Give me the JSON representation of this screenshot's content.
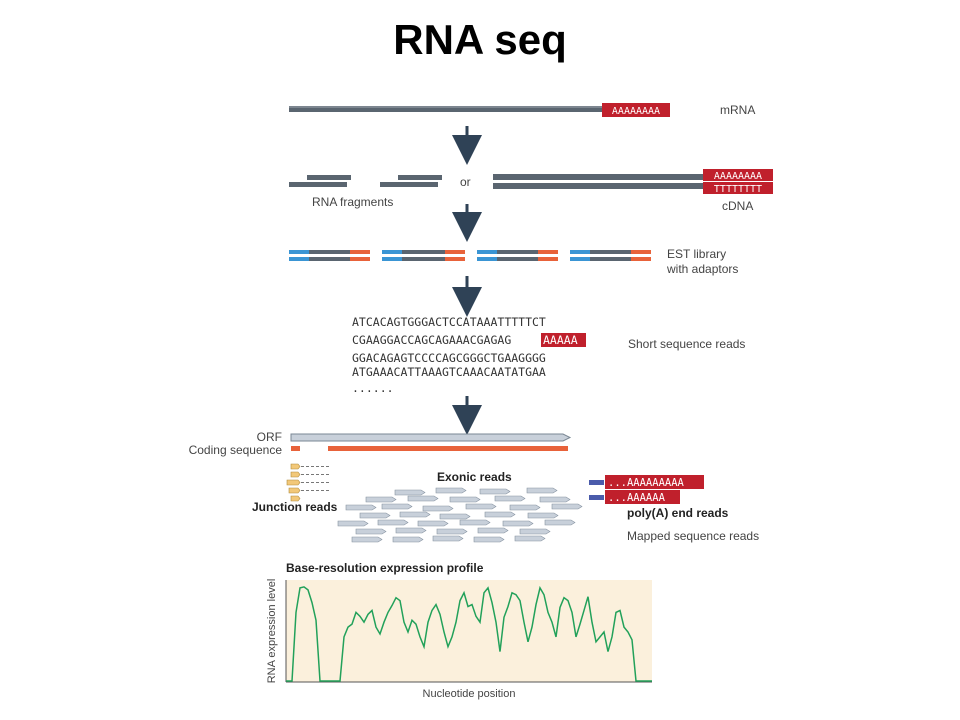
{
  "title": "RNA seq",
  "step1": {
    "polyA": "AAAAAAAA",
    "label": "mRNA"
  },
  "step2": {
    "fragments_label": "RNA fragments",
    "or_label": "or",
    "cdna_top": "AAAAAAAA",
    "cdna_bottom": "TTTTTTTT",
    "cdna_label": "cDNA"
  },
  "step3": {
    "label_line1": "EST library",
    "label_line2": "with adaptors"
  },
  "step4": {
    "reads": [
      {
        "seq": "ATCACAGTGGGACTCCATAAATTTTTCT",
        "highlight": ""
      },
      {
        "seq": "CGAAGGACCAGCAGAAACGAGAG",
        "highlight": "AAAAA"
      },
      {
        "seq": "GGACAGAGTCCCCAGCGGGCTGAAGGGG",
        "highlight": ""
      },
      {
        "seq": "ATGAAACATTAAAGTCAAACAATATGAA",
        "highlight": ""
      }
    ],
    "ellipsis": "......",
    "label": "Short sequence reads"
  },
  "step5": {
    "orf_label": "ORF",
    "coding_label": "Coding sequence",
    "exonic_label": "Exonic reads",
    "junction_label": "Junction reads",
    "polya_read1": "...AAAAAAAAA",
    "polya_read2": "...AAAAAA",
    "polya_label": "poly(A) end reads",
    "mapped_label": "Mapped sequence reads"
  },
  "profile": {
    "title": "Base-resolution expression profile",
    "ylabel": "RNA expression level",
    "xlabel": "Nucleotide position"
  },
  "colors": {
    "strand": "#5a6570",
    "polyA": "#c0202c",
    "adaptor_blue": "#3a95d4",
    "adaptor_orange": "#e8623a",
    "arrow": "#2f4256",
    "read_fill": "#c8d0da",
    "profile_line": "#22a15a"
  },
  "chart_data": {
    "type": "line",
    "title": "Base-resolution expression profile",
    "xlabel": "Nucleotide position",
    "ylabel": "RNA expression level",
    "x": [
      0,
      6,
      10,
      14,
      18,
      22,
      26,
      30,
      34,
      36,
      40,
      44,
      48,
      52,
      54,
      58,
      62,
      66,
      70,
      74,
      78,
      82,
      86,
      90,
      94,
      98,
      102,
      106,
      110,
      114,
      118,
      122,
      126,
      130,
      134,
      138,
      142,
      146,
      150,
      154,
      158,
      162,
      166,
      170,
      174,
      178,
      182,
      186,
      190,
      194,
      198,
      202,
      206,
      210,
      214,
      218,
      222,
      226,
      230,
      234,
      238,
      242,
      246,
      250,
      254,
      258,
      262,
      266,
      270,
      274,
      278,
      282,
      286,
      290,
      294,
      298,
      302,
      306,
      310,
      314,
      318,
      322,
      326,
      330,
      334,
      338,
      342,
      346,
      350,
      354,
      358,
      362,
      366
    ],
    "values": [
      0,
      0,
      70,
      95,
      96,
      93,
      80,
      62,
      0,
      0,
      0,
      0,
      0,
      0,
      0,
      45,
      55,
      58,
      70,
      66,
      60,
      68,
      72,
      55,
      48,
      60,
      70,
      77,
      85,
      82,
      60,
      50,
      62,
      58,
      45,
      35,
      60,
      72,
      78,
      68,
      50,
      35,
      45,
      60,
      82,
      90,
      76,
      78,
      66,
      60,
      90,
      95,
      80,
      60,
      30,
      65,
      76,
      90,
      88,
      82,
      60,
      40,
      55,
      78,
      95,
      88,
      70,
      60,
      45,
      75,
      85,
      82,
      70,
      45,
      58,
      72,
      86,
      60,
      40,
      45,
      50,
      30,
      45,
      70,
      72,
      55,
      50,
      42,
      0,
      0,
      0,
      0,
      0
    ]
  }
}
